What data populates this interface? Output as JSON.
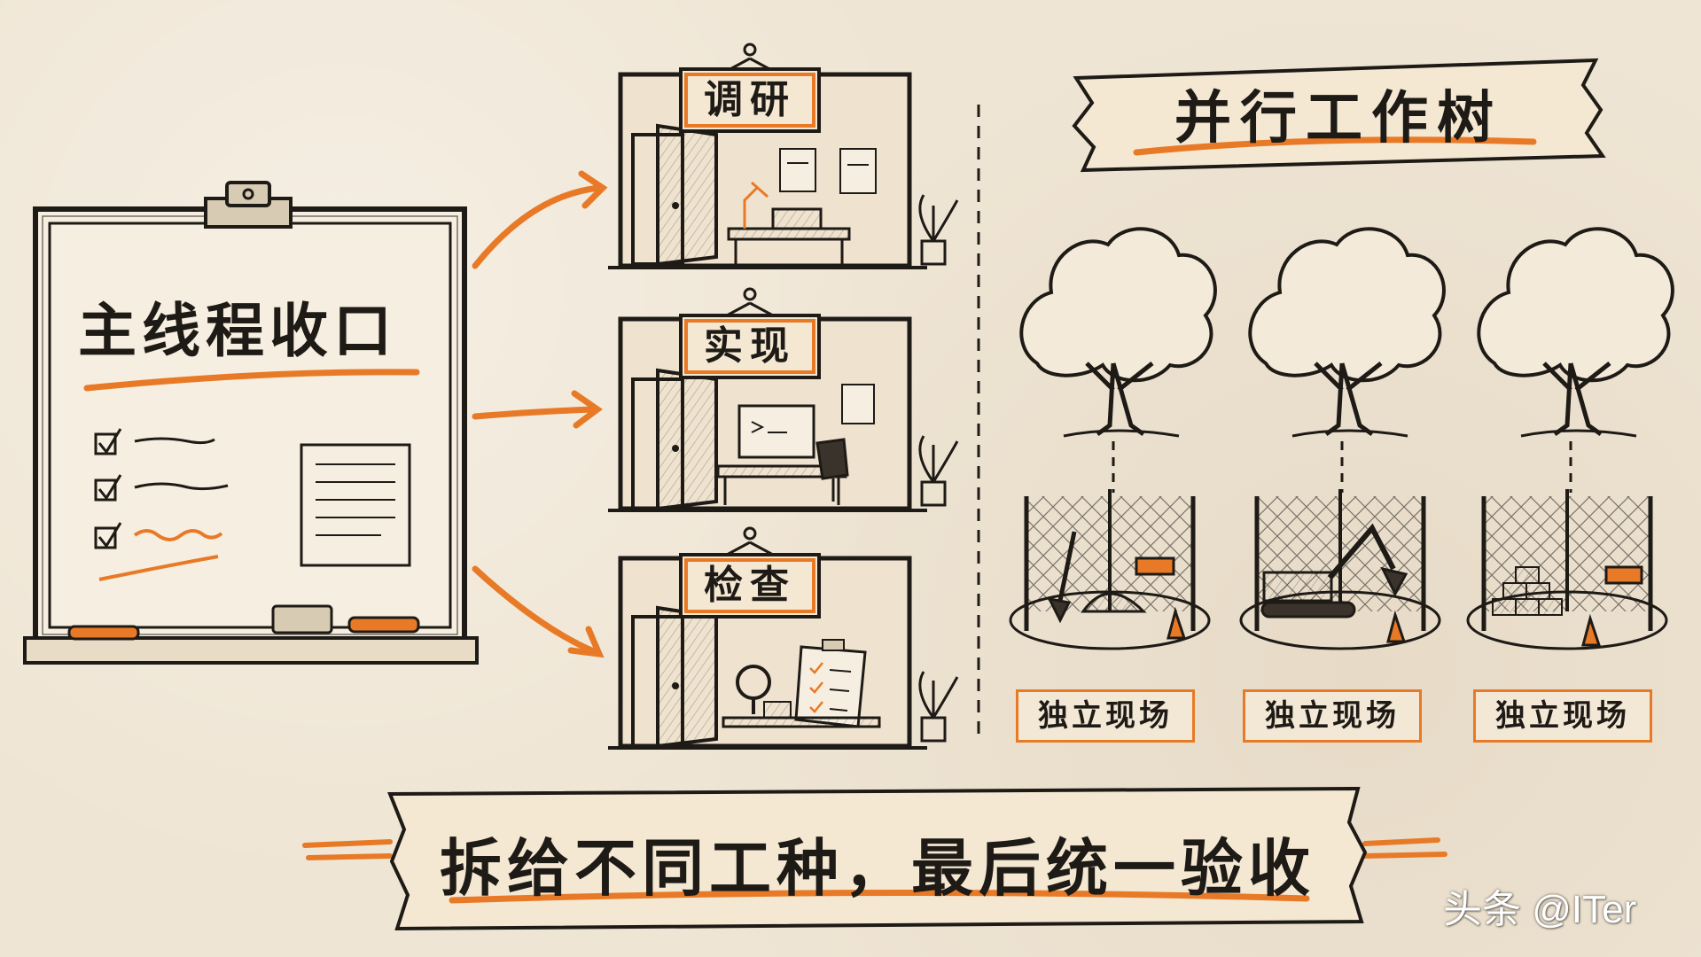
{
  "board": {
    "title": "主线程收口"
  },
  "rooms": [
    {
      "label": "调研"
    },
    {
      "label": "实现"
    },
    {
      "label": "检查"
    }
  ],
  "trees": {
    "banner": "并行工作树",
    "sites": [
      {
        "label": "独立现场"
      },
      {
        "label": "独立现场"
      },
      {
        "label": "独立现场"
      }
    ]
  },
  "footer": {
    "banner": "拆给不同工种，最后统一验收"
  },
  "watermark": "头条 @ITer",
  "colors": {
    "accent": "#e87a27",
    "ink": "#1e1a16",
    "paper": "#efe5d4"
  }
}
